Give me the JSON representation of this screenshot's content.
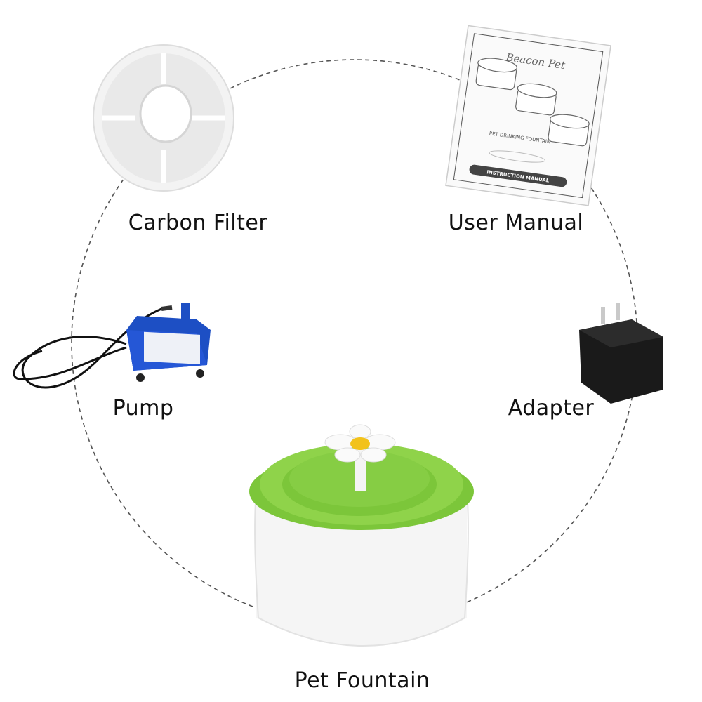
{
  "labels": {
    "carbon_filter": "Carbon Filter",
    "user_manual": "User Manual",
    "pump": "Pump",
    "adapter": "Adapter",
    "pet_fountain": "Pet Fountain"
  },
  "manual": {
    "brand": "Beacon Pet",
    "subtitle": "PET DRINKING FOUNTAIN",
    "banner": "INSTRUCTION MANUAL"
  },
  "colors": {
    "fountain_green": "#7cc63a",
    "pump_blue": "#1d4fc4",
    "flower_yellow": "#f2c21b"
  }
}
